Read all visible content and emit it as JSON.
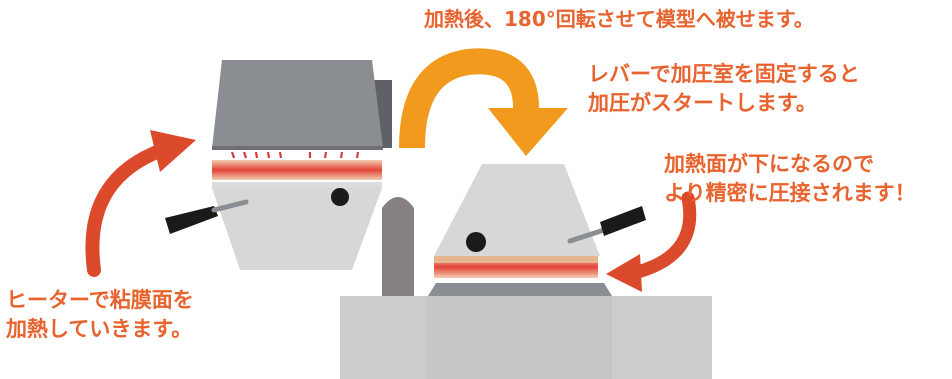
{
  "captions": {
    "rotate": "加熱後、180°回転させて模型へ被せます。",
    "press_line1": "レバーで加圧室を固定すると",
    "press_line2": "加圧がスタートします。",
    "surface_line1": "加熱面が下になるので",
    "surface_line2": "より精密に圧接されます！",
    "heater_line1": "ヒーターで粘膜面を",
    "heater_line2": "加熱していきます。"
  },
  "colors": {
    "caption_text": "#e8632e",
    "arrow_red": "#dc4a2c",
    "arrow_orange": "#f29a1e",
    "heater_body": "#8a8d92",
    "heater_side": "#5f6166",
    "chamber_gray": "#d7d7d7",
    "base_gray": "#cccccc",
    "lever_black": "#1a1a1a",
    "pillar_gray": "#878080",
    "sheet_skin": "#e7b58d",
    "heat_red": "#d8393a"
  },
  "icons": {
    "left_arrow": "curved-arrow-up-right-icon",
    "top_arrow": "curved-arrow-rotate-icon",
    "right_arrow": "curved-arrow-down-left-icon"
  }
}
